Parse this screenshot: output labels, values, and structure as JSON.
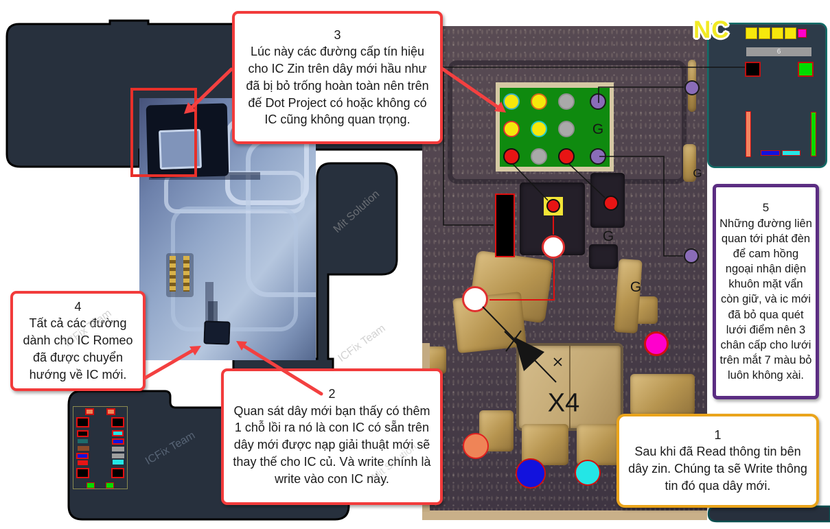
{
  "callouts": {
    "c1": {
      "number": "1",
      "text": "Sau khi đã Read thông tin bên dây zin. Chúng ta sẽ Write thông tin đó qua dây mới."
    },
    "c2": {
      "number": "2",
      "text": "Quan sát dây mới bạn thấy có thêm 1 chỗ lồi ra nó là con IC có sẵn trên dây mới được nạp giải thuật mới sẽ thay thế cho IC củ. Và write chính là write vào con IC này."
    },
    "c3": {
      "number": "3",
      "text": "Lúc này các đường cấp tín hiệu cho IC Zin trên dây mới hầu như đã bị bỏ trống hoàn toàn nên trên đế Dot Project có hoặc không có IC cũng không quan trọng."
    },
    "c4": {
      "number": "4",
      "text": "Tất cả các đường dành cho IC Romeo đã được chuyển hướng về IC mới."
    },
    "c5": {
      "number": "5",
      "text": "Những đường liên quan tới phát đèn để cam hồng ngoại nhận diện khuôn mặt vẩn còn giữ, và ic mới đã bỏ qua quét lưới điểm nên 3 chân cấp cho lưới trên mắt 7 màu bỏ luôn không xài."
    }
  },
  "labels": {
    "g": "G",
    "x4": "X4",
    "nc": "NC",
    "bar6": "6"
  },
  "watermarks": {
    "mit": "Mit Solution",
    "icfix": "ICFix Team"
  },
  "colors": {
    "marker_yellow": "#f6e80c",
    "marker_red": "#e81414",
    "marker_gray": "#a9a9a9",
    "marker_purple": "#8a6cb8",
    "marker_white": "#ffffff",
    "marker_magenta": "#ff00cc",
    "marker_orange": "#ef8457",
    "marker_blue": "#1212dd",
    "marker_cyan": "#24e6e6",
    "marker_green": "#00dc00",
    "marker_black": "#000000",
    "marker_salmon": "#f4845f",
    "pin_brown": "#8a4a2a",
    "pin_teal": "#1d6b6b",
    "pin_gray": "#9e9e9e",
    "highlight_yellow_square": "#f2e436",
    "accent_callout_red": "#f23b3b",
    "accent_callout_purple": "#5b2d82",
    "accent_callout_orange": "#eaa41b",
    "accent_panel_teal": "#0f6e68",
    "accent_arrow_red": "#f34040",
    "ic_green": "#0f8a0f"
  }
}
